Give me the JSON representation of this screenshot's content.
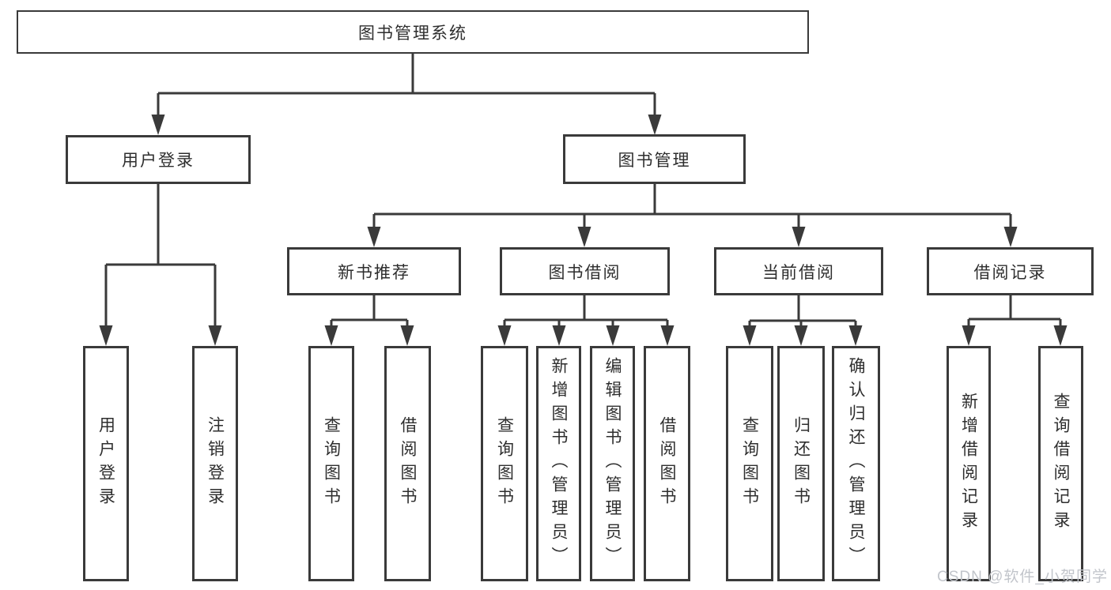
{
  "tree": {
    "root": {
      "label": "图书管理系统"
    },
    "children": [
      {
        "label": "用户登录",
        "children": [
          {
            "label": "用户登录"
          },
          {
            "label": "注销登录"
          }
        ]
      },
      {
        "label": "图书管理",
        "children": [
          {
            "label": "新书推荐",
            "children": [
              {
                "label": "查询图书"
              },
              {
                "label": "借阅图书"
              }
            ]
          },
          {
            "label": "图书借阅",
            "children": [
              {
                "label": "查询图书"
              },
              {
                "label": "新增图书（管理员）"
              },
              {
                "label": "编辑图书（管理员）"
              },
              {
                "label": "借阅图书"
              }
            ]
          },
          {
            "label": "当前借阅",
            "children": [
              {
                "label": "查询图书"
              },
              {
                "label": "归还图书"
              },
              {
                "label": "确认归还（管理员）"
              }
            ]
          },
          {
            "label": "借阅记录",
            "children": [
              {
                "label": "新增借阅记录"
              },
              {
                "label": "查询借阅记录"
              }
            ]
          }
        ]
      }
    ]
  },
  "watermark": {
    "text": "CSDN @软件_小贺同学"
  },
  "colors": {
    "line": "#3a3a3a",
    "border": "#3a3a3a",
    "text": "#2e2e2e",
    "background": "#ffffff",
    "watermark": "#c2c5cb"
  }
}
